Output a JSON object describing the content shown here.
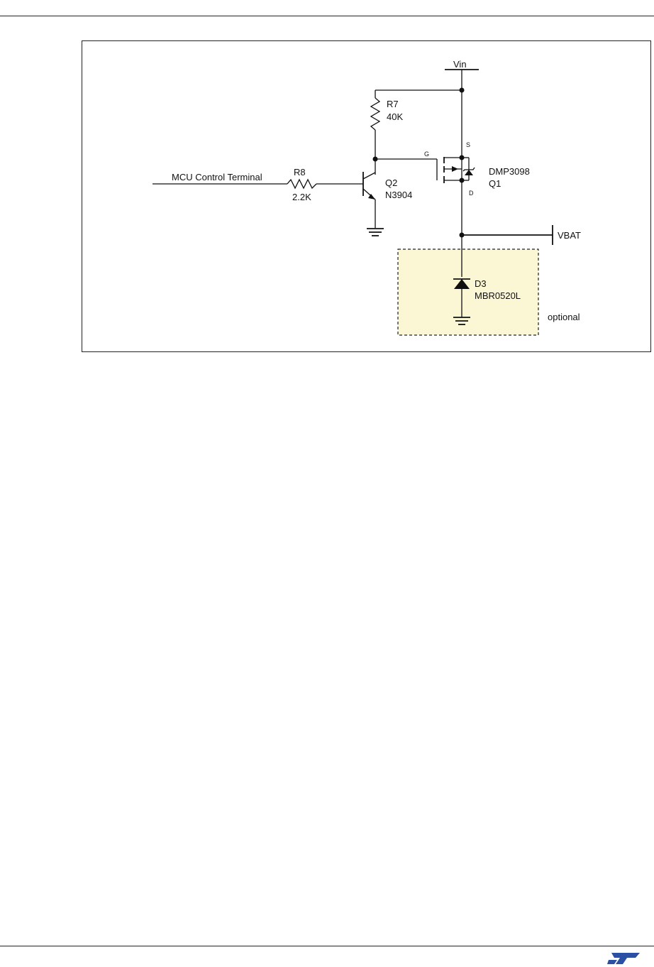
{
  "figure": {
    "labels": {
      "vin": "Vin",
      "r7_ref": "R7",
      "r7_value": "40K",
      "r8_ref": "R8",
      "r8_value": "2.2K",
      "control": "MCU Control Terminal",
      "q2_ref": "Q2",
      "q2_part": "N3904",
      "q1_part": "DMP3098",
      "q1_ref": "Q1",
      "gate": "G",
      "source": "S",
      "drain": "D",
      "vbat": "VBAT",
      "d3_ref": "D3",
      "d3_part": "MBR0520L",
      "optional": "optional"
    },
    "colors": {
      "optional_fill": "#fbf6d3",
      "line": "#111111",
      "logo": "#2b4fa3"
    }
  },
  "footer": {
    "logo_icon": "st-logo-icon",
    "logo_text": "ST"
  }
}
